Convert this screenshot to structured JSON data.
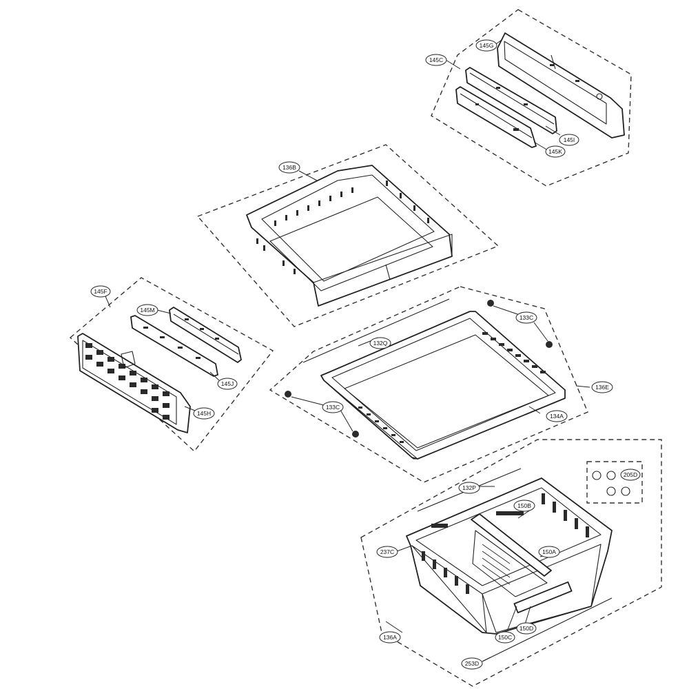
{
  "callouts": {
    "c145G": "145G",
    "c145C": "145C",
    "c145I": "145I",
    "c145K": "145K",
    "c136B": "136B",
    "c145F": "145F",
    "c145M": "145M",
    "c145J": "145J",
    "c145H": "145H",
    "c133C_top": "133C",
    "c132Q": "132Q",
    "c136E": "136E",
    "c134A": "134A",
    "c133C_bottom": "133C",
    "c132P": "132P",
    "c150B": "150B",
    "c205D": "205D",
    "c237C": "237C",
    "c150A": "150A",
    "c150D": "150D",
    "c150C": "150C",
    "c136A": "136A",
    "c253D": "253D"
  }
}
